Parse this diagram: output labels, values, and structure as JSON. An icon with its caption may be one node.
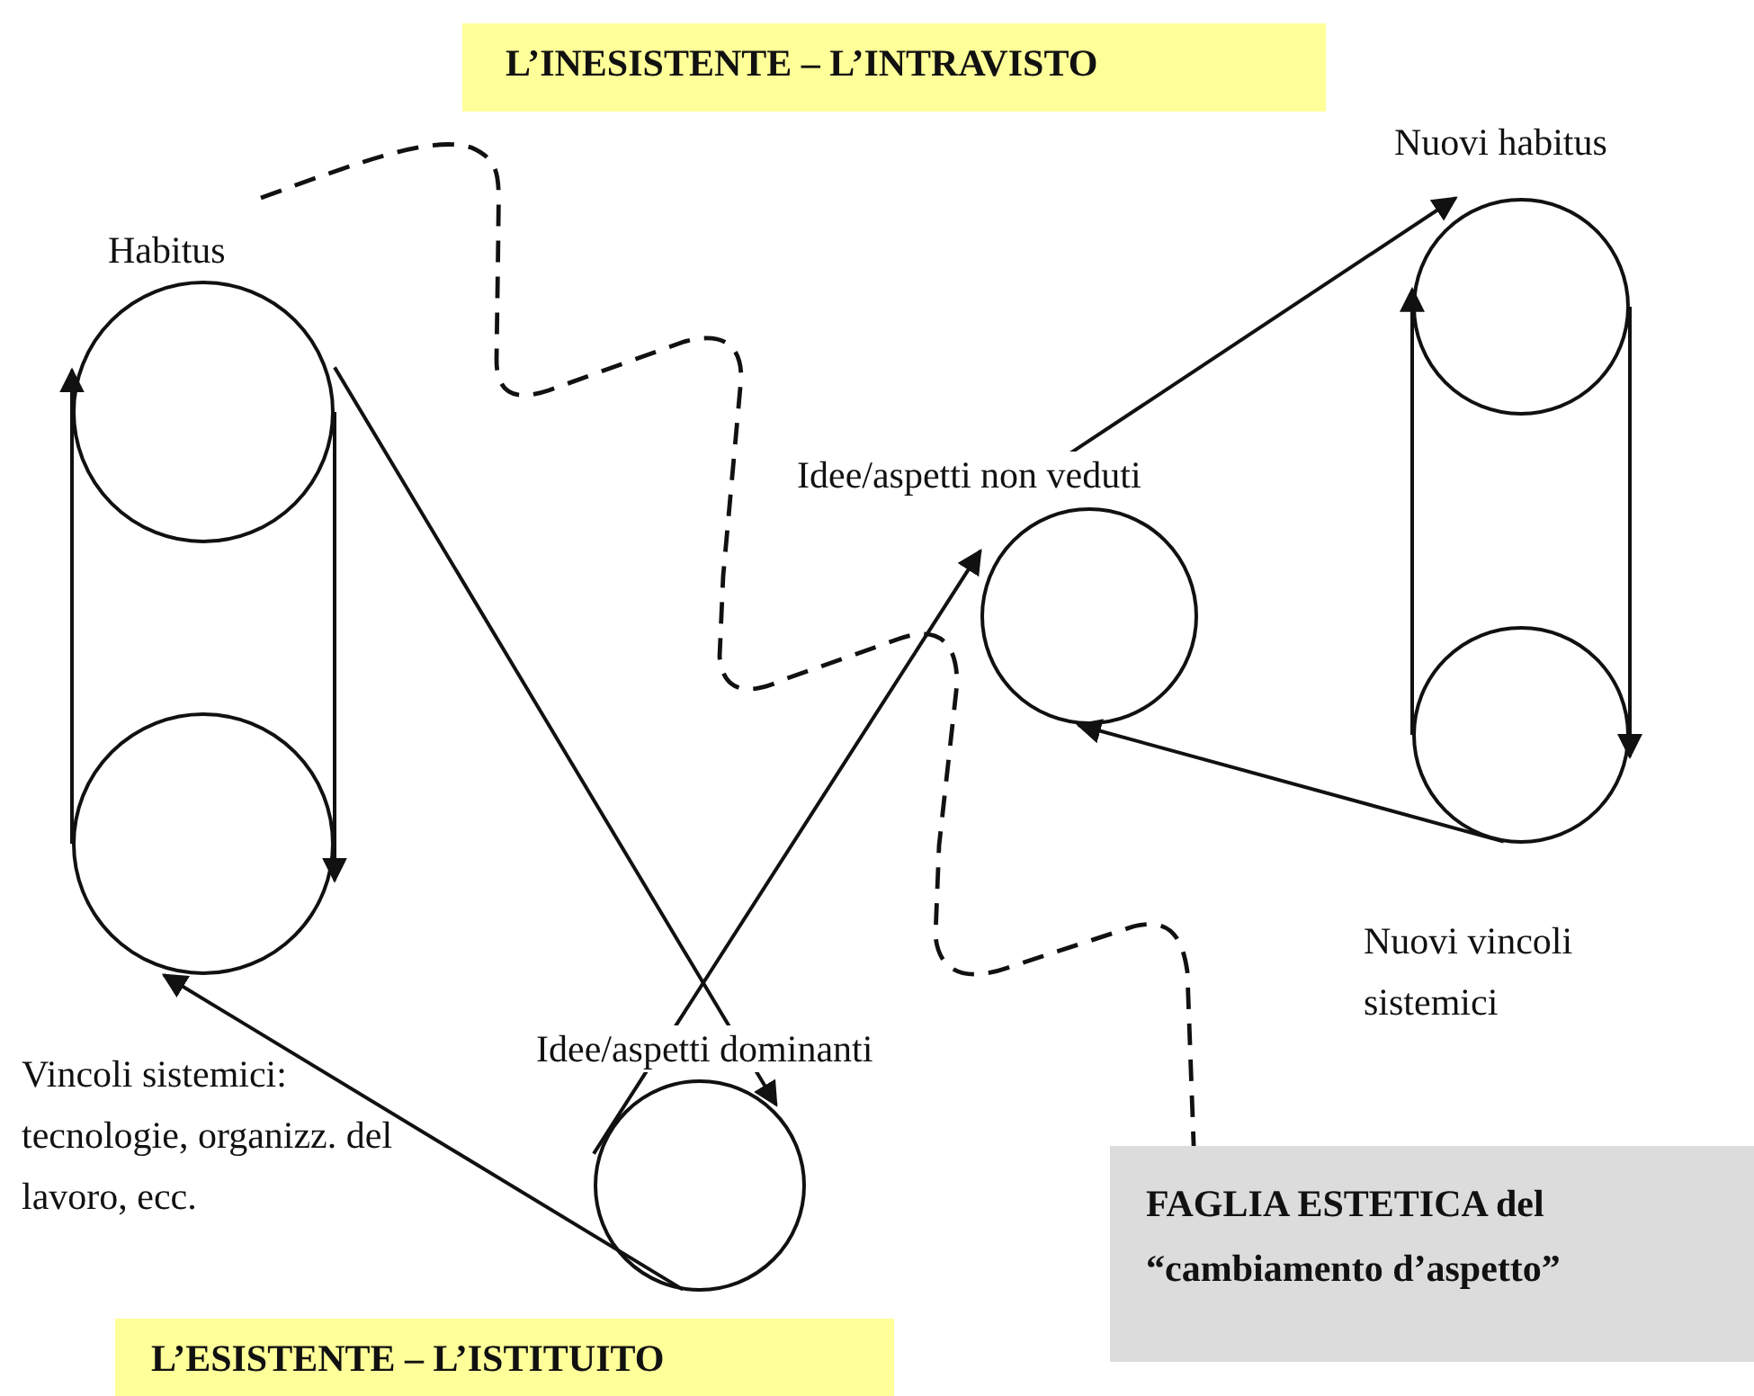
{
  "diagram": {
    "nodes": [
      {
        "text": [
          "L’INESISTENTE – L’INTRAVISTO"
        ]
      },
      {
        "text": [],
        "shape": "circle",
        "beside": [
          "Nuovi habitus"
        ]
      },
      {
        "text": [],
        "shape": "circle",
        "beside": [
          "Habitus"
        ]
      },
      {
        "text": [],
        "shape": "circle",
        "beside": [
          "Idee/aspetti non veduti"
        ]
      },
      {
        "text": [],
        "shape": "circle",
        "beside": [
          "Nuovi vincoli sistemici"
        ]
      },
      {
        "text": [],
        "shape": "circle",
        "beside": [
          "Vincoli sistemici: tecnologie, organizz. del lavoro, ecc."
        ]
      },
      {
        "text": [],
        "shape": "circle",
        "beside": [
          "Idee/aspetti dominanti"
        ]
      },
      {
        "text": [
          "FAGLIA ESTETICA del “cambiamento d’aspetto”"
        ]
      },
      {
        "text": [
          "L’ESISTENTE – L’ISTITUITO"
        ]
      }
    ],
    "edges": [
      {
        "from": 5,
        "to": 2,
        "arrow": "to"
      },
      {
        "from": 2,
        "to": 5,
        "arrow": "to"
      },
      {
        "from": 2,
        "to": 6,
        "arrow": "to"
      },
      {
        "from": 6,
        "to": 5,
        "arrow": "to"
      },
      {
        "from": 6,
        "to": 3,
        "arrow": "to"
      },
      {
        "from": 3,
        "to": 1,
        "arrow": "to"
      },
      {
        "from": 4,
        "to": 1,
        "arrow": "to"
      },
      {
        "from": 1,
        "to": 4,
        "arrow": "to"
      },
      {
        "from": 4,
        "to": 3,
        "arrow": "to"
      },
      {
        "from": null,
        "to": 7,
        "arrow": "none",
        "style": "dashed"
      }
    ]
  }
}
